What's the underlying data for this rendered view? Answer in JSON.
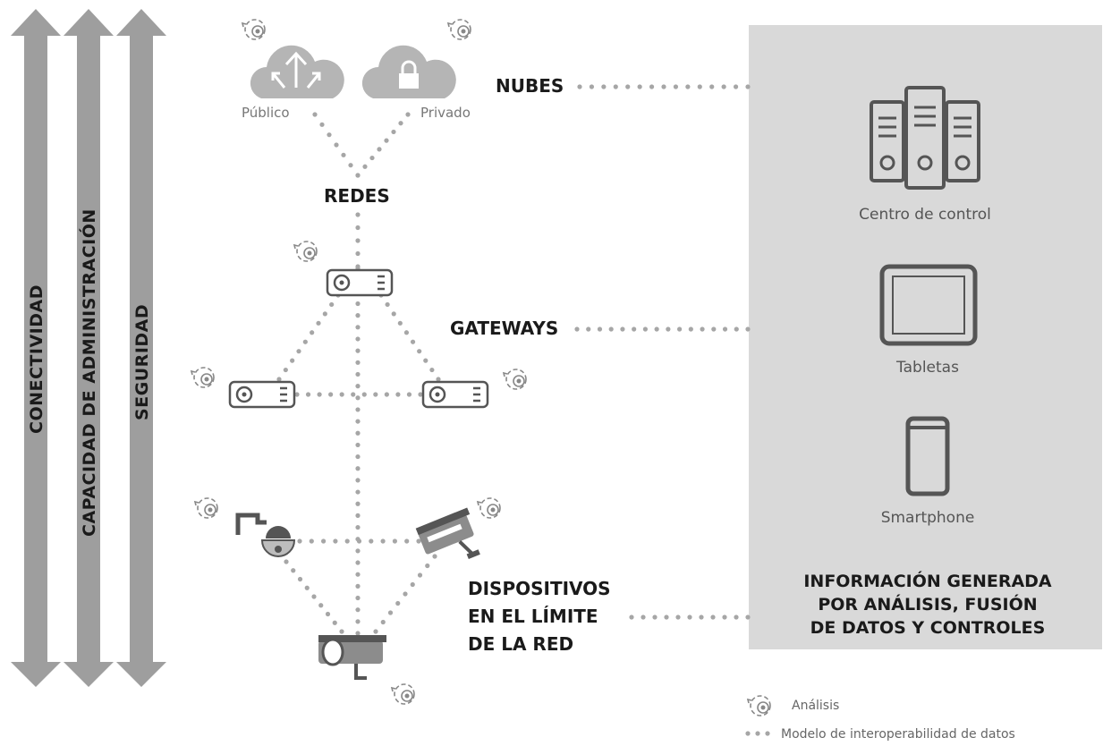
{
  "pillars": [
    "CONECTIVIDAD",
    "CAPACIDAD DE ADMINISTRACIÓN",
    "SEGURIDAD"
  ],
  "clouds": {
    "public": "Público",
    "private": "Privado"
  },
  "layers": {
    "nubes": "NUBES",
    "redes": "REDES",
    "gateways": "GATEWAYS",
    "devices": [
      "DISPOSITIVOS",
      "EN EL LÍMITE",
      "DE LA RED"
    ]
  },
  "panel": {
    "items": [
      "Centro de control",
      "Tabletas",
      "Smartphone"
    ],
    "title": [
      "INFORMACIÓN GENERADA",
      "POR ANÁLISIS, FUSIÓN",
      "DE DATOS Y CONTROLES"
    ]
  },
  "legend": {
    "analysis": "Análisis",
    "interop": "Modelo de interoperabilidad de datos"
  },
  "colors": {
    "arrow": "#9e9e9e",
    "panel": "#d9d9d9",
    "dots": "#a6a6a6",
    "text": "#1a1a1a"
  },
  "icons": [
    "cloud-upload-icon",
    "cloud-lock-icon",
    "analysis-icon",
    "gateway-icon",
    "dome-camera-icon",
    "bullet-camera-icon",
    "server-icon",
    "tablet-icon",
    "smartphone-icon"
  ]
}
